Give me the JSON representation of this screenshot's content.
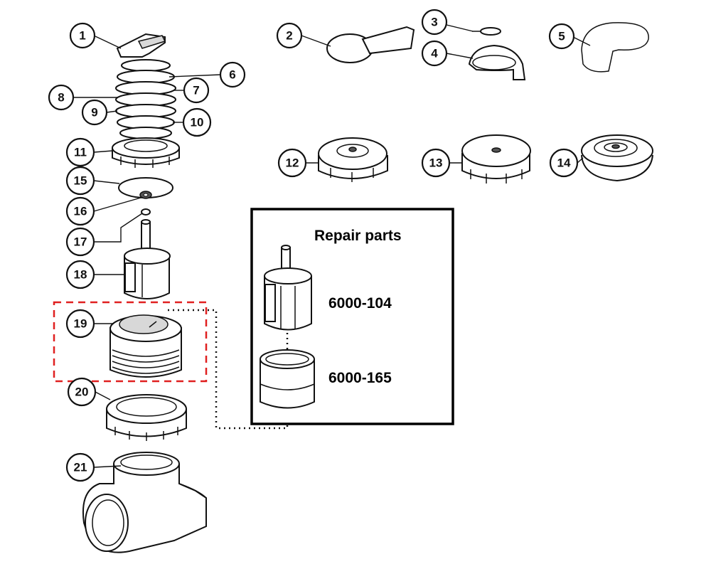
{
  "callouts": [
    "1",
    "2",
    "3",
    "4",
    "5",
    "6",
    "7",
    "8",
    "9",
    "10",
    "11",
    "12",
    "13",
    "14",
    "15",
    "16",
    "17",
    "18",
    "19",
    "20",
    "21"
  ],
  "repair_box": {
    "title": "Repair parts",
    "parts": [
      "6000-104",
      "6000-165"
    ]
  },
  "colors": {
    "highlight": "#e02020",
    "ink": "#111111"
  }
}
